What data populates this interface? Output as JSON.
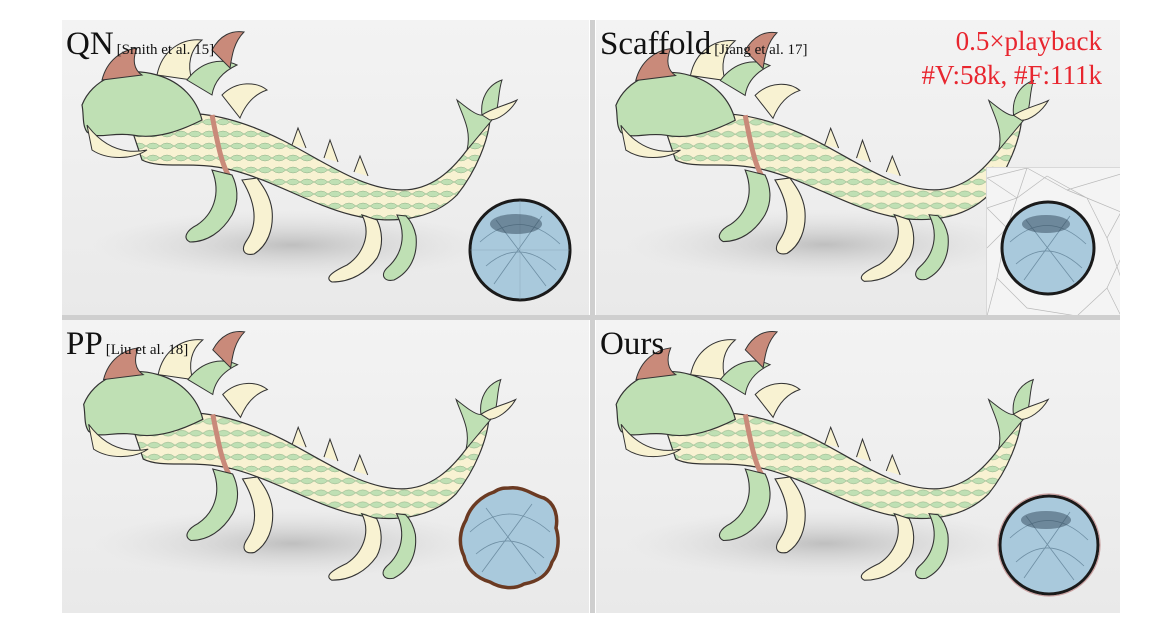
{
  "figure": {
    "panels": [
      {
        "id": "qn",
        "title": "QN",
        "citation": "[Smith et al. 15]",
        "boundary": "circle"
      },
      {
        "id": "scaffold",
        "title": "Scaffold",
        "citation": "[Jiang et al. 17]",
        "boundary": "circle-in-scaffold"
      },
      {
        "id": "pp",
        "title": "PP",
        "citation": "[Liu et al. 18]",
        "boundary": "wavy"
      },
      {
        "id": "ours",
        "title": "Ours",
        "citation": "",
        "boundary": "circle"
      }
    ],
    "playback": {
      "speed": "0.5×playback",
      "stats": "#V:58k, #F:111k"
    },
    "colors": {
      "highlight_text": "#e8262f",
      "mesh_green": "#bfe0b4",
      "mesh_cream": "#f8f2d2",
      "mesh_pink": "#c98a7a",
      "disk_blue": "#a9c9dc"
    }
  }
}
